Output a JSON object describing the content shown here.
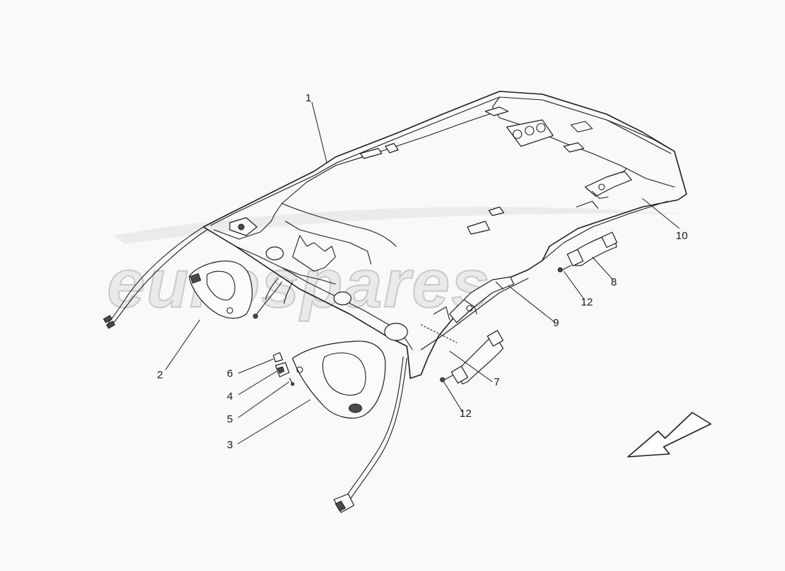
{
  "watermark": {
    "text": "eurospares"
  },
  "callouts": [
    {
      "id": "c1",
      "label": "1"
    },
    {
      "id": "c2",
      "label": "2"
    },
    {
      "id": "c3",
      "label": "3"
    },
    {
      "id": "c4",
      "label": "4"
    },
    {
      "id": "c5",
      "label": "5"
    },
    {
      "id": "c6",
      "label": "6"
    },
    {
      "id": "c7",
      "label": "7"
    },
    {
      "id": "c8",
      "label": "8"
    },
    {
      "id": "c9",
      "label": "9"
    },
    {
      "id": "c10",
      "label": "10"
    },
    {
      "id": "c12a",
      "label": "12"
    },
    {
      "id": "c12b",
      "label": "12"
    }
  ],
  "direction_arrow": {
    "icon": "direction-arrow-icon"
  },
  "colors": {
    "line": "#1f1f1f",
    "background": "#f9f9f8",
    "watermark": "#d7d7d7"
  }
}
